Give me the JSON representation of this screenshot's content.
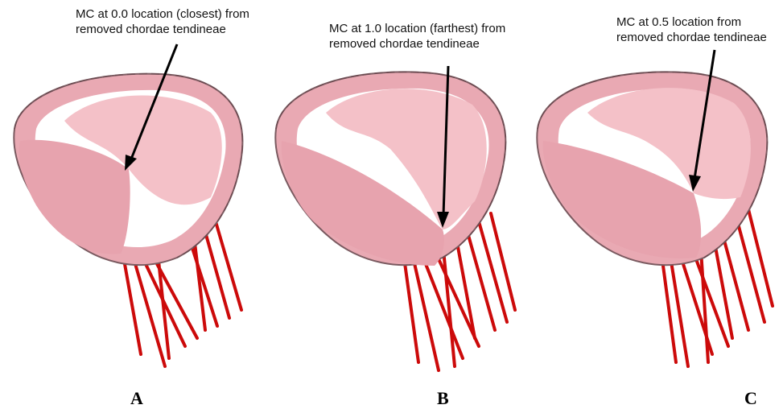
{
  "colors": {
    "leaflet": "#f2b8c0",
    "leaflet_shade": "#d98f9c",
    "rim": "#7a5a60",
    "chordae": "#cc0a0a",
    "arrow": "#000000"
  },
  "panels": [
    {
      "label": "A",
      "caption": {
        "line1": "MC at 0.0 location (closest) from",
        "line2": "removed chordae tendineae"
      }
    },
    {
      "label": "B",
      "caption": {
        "line1": "MC at 1.0 location (farthest) from",
        "line2": "removed chordae tendineae"
      }
    },
    {
      "label": "C",
      "caption": {
        "line1": "MC at 0.5 location from",
        "line2": "removed chordae tendineae"
      }
    }
  ]
}
